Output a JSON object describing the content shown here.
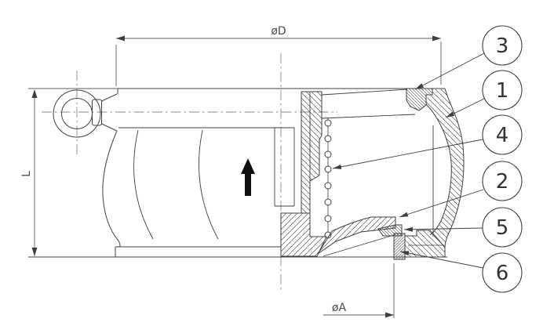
{
  "drawing": {
    "type": "valve-cross-section",
    "dimensions": {
      "diameter_top": "øD",
      "height_left": "L",
      "diameter_bottom": "øA"
    },
    "callouts": [
      {
        "label": "3"
      },
      {
        "label": "1"
      },
      {
        "label": "4"
      },
      {
        "label": "2"
      },
      {
        "label": "5"
      },
      {
        "label": "6"
      }
    ],
    "colors": {
      "line": "#3f3f3f",
      "dim_line": "#5c5c5c",
      "centerline": "#8a8a8a",
      "flow_arrow": "#111111",
      "background": "#ffffff"
    }
  }
}
